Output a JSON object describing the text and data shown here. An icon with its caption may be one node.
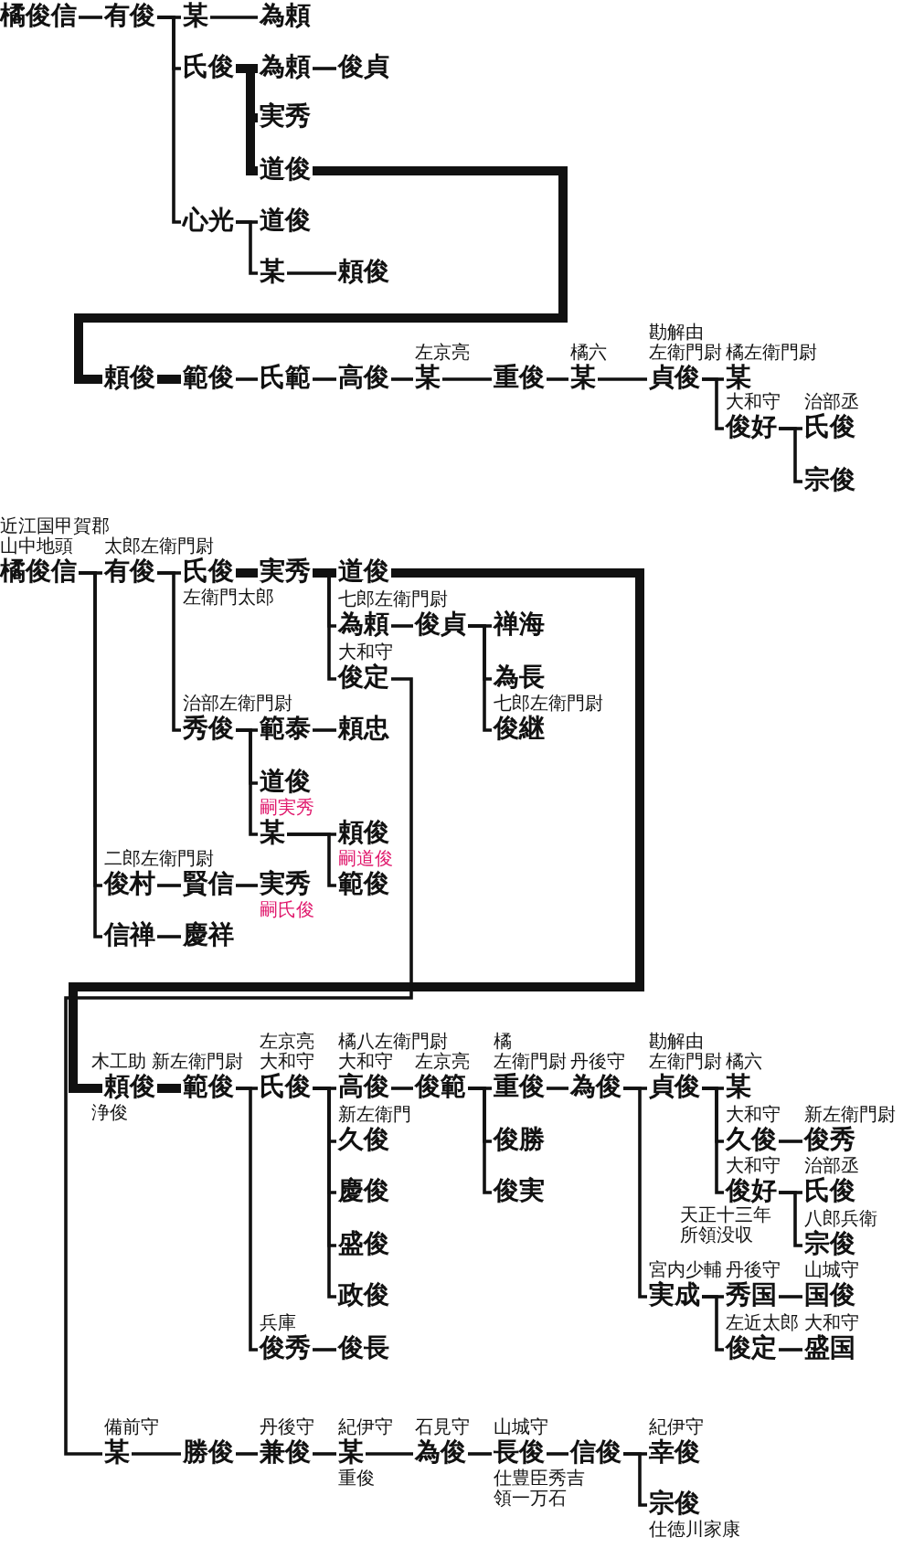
{
  "diagram": {
    "nodes": [
      {
        "text": [
          "橘俊信"
        ]
      },
      {
        "text": [
          "有俊"
        ]
      },
      {
        "text": [
          "某"
        ]
      },
      {
        "text": [
          "為頼"
        ]
      },
      {
        "text": [
          "氏俊"
        ]
      },
      {
        "text": [
          "為頼"
        ]
      },
      {
        "text": [
          "俊貞"
        ]
      },
      {
        "text": [
          "実秀"
        ]
      },
      {
        "text": [
          "道俊"
        ]
      },
      {
        "text": [
          "心光"
        ]
      },
      {
        "text": [
          "道俊"
        ]
      },
      {
        "text": [
          "某"
        ]
      },
      {
        "text": [
          "頼俊"
        ]
      },
      {
        "text": [
          "頼俊"
        ]
      },
      {
        "text": [
          "範俊"
        ]
      },
      {
        "text": [
          "氏範"
        ]
      },
      {
        "text": [
          "高俊"
        ]
      },
      {
        "text": [
          "左京亮",
          "某"
        ]
      },
      {
        "text": [
          "重俊"
        ]
      },
      {
        "text": [
          "橘六",
          "某"
        ]
      },
      {
        "text": [
          "勘解由",
          "左衛門尉",
          "貞俊"
        ]
      },
      {
        "text": [
          "橘左衛門尉",
          "某"
        ]
      },
      {
        "text": [
          "大和守",
          "俊好"
        ]
      },
      {
        "text": [
          "治部丞",
          "氏俊"
        ]
      },
      {
        "text": [
          "宗俊"
        ]
      },
      {
        "text": [
          "近江国甲賀郡",
          "山中地頭",
          "橘俊信"
        ]
      },
      {
        "text": [
          "太郎左衛門尉",
          "有俊"
        ]
      },
      {
        "text": [
          "氏俊",
          "左衛門太郎"
        ]
      },
      {
        "text": [
          "実秀"
        ]
      },
      {
        "text": [
          "道俊"
        ]
      },
      {
        "text": [
          "七郎左衛門尉",
          "為頼"
        ]
      },
      {
        "text": [
          "俊貞"
        ]
      },
      {
        "text": [
          "禅海"
        ]
      },
      {
        "text": [
          "為長"
        ]
      },
      {
        "text": [
          "七郎左衛門尉",
          "俊継"
        ]
      },
      {
        "text": [
          "大和守",
          "俊定"
        ]
      },
      {
        "text": [
          "治部左衛門尉",
          "秀俊"
        ]
      },
      {
        "text": [
          "範泰"
        ]
      },
      {
        "text": [
          "頼忠"
        ]
      },
      {
        "text": [
          "道俊",
          "嗣実秀"
        ]
      },
      {
        "text": [
          "某"
        ]
      },
      {
        "text": [
          "頼俊",
          "嗣道俊"
        ]
      },
      {
        "text": [
          "範俊"
        ]
      },
      {
        "text": [
          "二郎左衛門尉",
          "俊村"
        ]
      },
      {
        "text": [
          "賢信"
        ]
      },
      {
        "text": [
          "実秀",
          "嗣氏俊"
        ]
      },
      {
        "text": [
          "信禅"
        ]
      },
      {
        "text": [
          "慶祥"
        ]
      },
      {
        "text": [
          "木工助",
          "頼俊",
          "浄俊"
        ]
      },
      {
        "text": [
          "新左衛門尉",
          "範俊"
        ]
      },
      {
        "text": [
          "左京亮",
          "大和守",
          "氏俊"
        ]
      },
      {
        "text": [
          "橘八左衛門尉",
          "大和守",
          "高俊"
        ]
      },
      {
        "text": [
          "左京亮",
          "俊範"
        ]
      },
      {
        "text": [
          "橘",
          "左衛門尉",
          "重俊"
        ]
      },
      {
        "text": [
          "丹後守",
          "為俊"
        ]
      },
      {
        "text": [
          "勘解由",
          "左衛門尉",
          "貞俊"
        ]
      },
      {
        "text": [
          "橘六",
          "某"
        ]
      },
      {
        "text": [
          "大和守",
          "久俊"
        ]
      },
      {
        "text": [
          "新左衛門尉",
          "俊秀"
        ]
      },
      {
        "text": [
          "大和守",
          "俊好"
        ],
        "beside": [
          "天正十三年所領没収"
        ]
      },
      {
        "text": [
          "治部丞",
          "氏俊"
        ]
      },
      {
        "text": [
          "八郎兵衛",
          "宗俊"
        ]
      },
      {
        "text": [
          "宮内少輔",
          "実成"
        ]
      },
      {
        "text": [
          "丹後守",
          "秀国"
        ]
      },
      {
        "text": [
          "山城守",
          "国俊"
        ]
      },
      {
        "text": [
          "左近太郎",
          "俊定"
        ]
      },
      {
        "text": [
          "大和守",
          "盛国"
        ]
      },
      {
        "text": [
          "新左衛門",
          "久俊"
        ]
      },
      {
        "text": [
          "慶俊"
        ]
      },
      {
        "text": [
          "盛俊"
        ]
      },
      {
        "text": [
          "政俊"
        ]
      },
      {
        "text": [
          "俊勝"
        ]
      },
      {
        "text": [
          "俊実"
        ]
      },
      {
        "text": [
          "兵庫",
          "俊秀"
        ]
      },
      {
        "text": [
          "俊長"
        ]
      },
      {
        "text": [
          "備前守",
          "某"
        ]
      },
      {
        "text": [
          "勝俊"
        ]
      },
      {
        "text": [
          "丹後守",
          "兼俊"
        ]
      },
      {
        "text": [
          "紀伊守",
          "某",
          "重俊"
        ]
      },
      {
        "text": [
          "石見守",
          "為俊"
        ]
      },
      {
        "text": [
          "山城守",
          "長俊",
          "仕豊臣秀吉",
          "領一万石"
        ]
      },
      {
        "text": [
          "信俊"
        ]
      },
      {
        "text": [
          "紀伊守",
          "幸俊"
        ]
      },
      {
        "text": [
          "宗俊",
          "仕徳川家康"
        ]
      }
    ],
    "edges": [
      {
        "from": 0,
        "to": 1,
        "arrow": "none"
      },
      {
        "from": 1,
        "to": 2,
        "arrow": "none"
      },
      {
        "from": 1,
        "to": 4,
        "arrow": "none"
      },
      {
        "from": 1,
        "to": 9,
        "arrow": "none"
      },
      {
        "from": 2,
        "to": 3,
        "arrow": "none"
      },
      {
        "from": 4,
        "to": 5,
        "arrow": "none",
        "style": "thick"
      },
      {
        "from": 4,
        "to": 7,
        "arrow": "none",
        "style": "thick"
      },
      {
        "from": 4,
        "to": 8,
        "arrow": "none",
        "style": "thick"
      },
      {
        "from": 5,
        "to": 6,
        "arrow": "none"
      },
      {
        "from": 8,
        "to": 13,
        "arrow": "none",
        "style": "thick"
      },
      {
        "from": 9,
        "to": 10,
        "arrow": "none"
      },
      {
        "from": 9,
        "to": 11,
        "arrow": "none"
      },
      {
        "from": 11,
        "to": 12,
        "arrow": "none"
      },
      {
        "from": 13,
        "to": 14,
        "arrow": "none",
        "style": "thick"
      },
      {
        "from": 14,
        "to": 15,
        "arrow": "none"
      },
      {
        "from": 15,
        "to": 16,
        "arrow": "none"
      },
      {
        "from": 16,
        "to": 17,
        "arrow": "none"
      },
      {
        "from": 17,
        "to": 18,
        "arrow": "none"
      },
      {
        "from": 18,
        "to": 19,
        "arrow": "none"
      },
      {
        "from": 19,
        "to": 20,
        "arrow": "none"
      },
      {
        "from": 20,
        "to": 21,
        "arrow": "none"
      },
      {
        "from": 20,
        "to": 22,
        "arrow": "none"
      },
      {
        "from": 22,
        "to": 23,
        "arrow": "none"
      },
      {
        "from": 22,
        "to": 24,
        "arrow": "none"
      },
      {
        "from": 25,
        "to": 26,
        "arrow": "none"
      },
      {
        "from": 25,
        "to": 43,
        "arrow": "none"
      },
      {
        "from": 25,
        "to": 46,
        "arrow": "none"
      },
      {
        "from": 26,
        "to": 27,
        "arrow": "none"
      },
      {
        "from": 26,
        "to": 36,
        "arrow": "none"
      },
      {
        "from": 27,
        "to": 28,
        "arrow": "none",
        "style": "thick"
      },
      {
        "from": 28,
        "to": 29,
        "arrow": "none",
        "style": "thick"
      },
      {
        "from": 28,
        "to": 30,
        "arrow": "none"
      },
      {
        "from": 28,
        "to": 35,
        "arrow": "none"
      },
      {
        "from": 30,
        "to": 31,
        "arrow": "none"
      },
      {
        "from": 31,
        "to": 32,
        "arrow": "none"
      },
      {
        "from": 31,
        "to": 33,
        "arrow": "none"
      },
      {
        "from": 31,
        "to": 34,
        "arrow": "none"
      },
      {
        "from": 36,
        "to": 37,
        "arrow": "none"
      },
      {
        "from": 36,
        "to": 39,
        "arrow": "none"
      },
      {
        "from": 36,
        "to": 40,
        "arrow": "none"
      },
      {
        "from": 37,
        "to": 38,
        "arrow": "none"
      },
      {
        "from": 40,
        "to": 41,
        "arrow": "none"
      },
      {
        "from": 40,
        "to": 42,
        "arrow": "none"
      },
      {
        "from": 43,
        "to": 44,
        "arrow": "none"
      },
      {
        "from": 44,
        "to": 45,
        "arrow": "none"
      },
      {
        "from": 46,
        "to": 47,
        "arrow": "none"
      },
      {
        "from": 29,
        "to": 48,
        "arrow": "none",
        "style": "thick"
      },
      {
        "from": 48,
        "to": 49,
        "arrow": "none",
        "style": "thick"
      },
      {
        "from": 49,
        "to": 50,
        "arrow": "none"
      },
      {
        "from": 49,
        "to": 73,
        "arrow": "none"
      },
      {
        "from": 50,
        "to": 51,
        "arrow": "none"
      },
      {
        "from": 50,
        "to": 67,
        "arrow": "none"
      },
      {
        "from": 50,
        "to": 68,
        "arrow": "none"
      },
      {
        "from": 50,
        "to": 69,
        "arrow": "none"
      },
      {
        "from": 50,
        "to": 70,
        "arrow": "none"
      },
      {
        "from": 51,
        "to": 52,
        "arrow": "none"
      },
      {
        "from": 52,
        "to": 53,
        "arrow": "none"
      },
      {
        "from": 52,
        "to": 71,
        "arrow": "none"
      },
      {
        "from": 52,
        "to": 72,
        "arrow": "none"
      },
      {
        "from": 53,
        "to": 54,
        "arrow": "none"
      },
      {
        "from": 54,
        "to": 55,
        "arrow": "none"
      },
      {
        "from": 54,
        "to": 62,
        "arrow": "none"
      },
      {
        "from": 55,
        "to": 56,
        "arrow": "none"
      },
      {
        "from": 55,
        "to": 57,
        "arrow": "none"
      },
      {
        "from": 55,
        "to": 59,
        "arrow": "none"
      },
      {
        "from": 57,
        "to": 58,
        "arrow": "none"
      },
      {
        "from": 59,
        "to": 60,
        "arrow": "none"
      },
      {
        "from": 59,
        "to": 61,
        "arrow": "none"
      },
      {
        "from": 62,
        "to": 63,
        "arrow": "none"
      },
      {
        "from": 62,
        "to": 65,
        "arrow": "none"
      },
      {
        "from": 63,
        "to": 64,
        "arrow": "none"
      },
      {
        "from": 65,
        "to": 66,
        "arrow": "none"
      },
      {
        "from": 73,
        "to": 74,
        "arrow": "none"
      },
      {
        "from": 35,
        "to": 75,
        "arrow": "none"
      },
      {
        "from": 75,
        "to": 76,
        "arrow": "none"
      },
      {
        "from": 76,
        "to": 77,
        "arrow": "none"
      },
      {
        "from": 77,
        "to": 78,
        "arrow": "none"
      },
      {
        "from": 78,
        "to": 79,
        "arrow": "none"
      },
      {
        "from": 79,
        "to": 80,
        "arrow": "none"
      },
      {
        "from": 80,
        "to": 81,
        "arrow": "none"
      },
      {
        "from": 81,
        "to": 82,
        "arrow": "none"
      },
      {
        "from": 81,
        "to": 83,
        "arrow": "none"
      }
    ]
  }
}
